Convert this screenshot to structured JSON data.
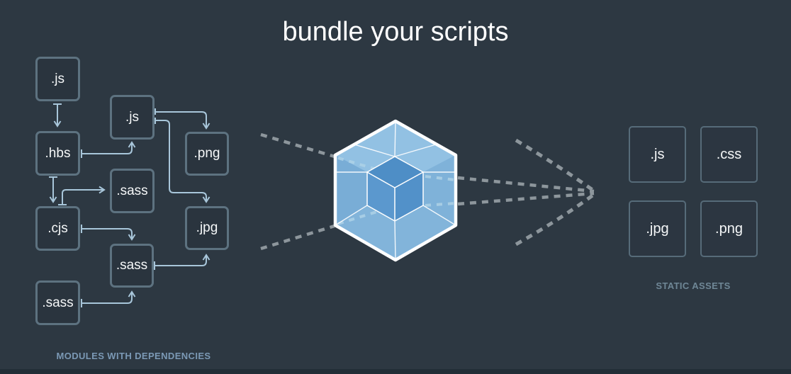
{
  "title": "bundle your scripts",
  "left_cluster": {
    "caption": "MODULES WITH DEPENDENCIES",
    "boxes": [
      {
        "id": "js-1",
        "label": ".js"
      },
      {
        "id": "js-2",
        "label": ".js"
      },
      {
        "id": "hbs",
        "label": ".hbs"
      },
      {
        "id": "png",
        "label": ".png"
      },
      {
        "id": "sass-1",
        "label": ".sass"
      },
      {
        "id": "cjs",
        "label": ".cjs"
      },
      {
        "id": "sass-2",
        "label": ".sass"
      },
      {
        "id": "jpg",
        "label": ".jpg"
      },
      {
        "id": "sass-3",
        "label": ".sass"
      }
    ]
  },
  "right_cluster": {
    "caption": "STATIC ASSETS",
    "boxes": [
      {
        "id": "js",
        "label": ".js"
      },
      {
        "id": "css",
        "label": ".css"
      },
      {
        "id": "jpg",
        "label": ".jpg"
      },
      {
        "id": "png",
        "label": ".png"
      }
    ]
  },
  "icons": {
    "center_logo": "webpack-cube-logo",
    "flow": "dashed-arrow-right-icon"
  },
  "colors": {
    "background": "#2d3842",
    "footer_strip": "#222e37",
    "box_border": "#5d7280",
    "box_fill": "#2a343e",
    "arrow": "#a8c6da",
    "dashed_line": "#8d969c",
    "dashed_line_inside_cube": "#aed2e7",
    "caption_left": "#7b99b5",
    "caption_right": "#6f8796",
    "cube_face": "#7db1d9",
    "cube_top_face": "#92c1e3",
    "cube_inner_top": "#4e8ec6",
    "cube_inner_left": "#5b98ce",
    "cube_inner_right": "#5291c9",
    "cube_outline": "#ffffff",
    "title_text": "#ffffff"
  }
}
